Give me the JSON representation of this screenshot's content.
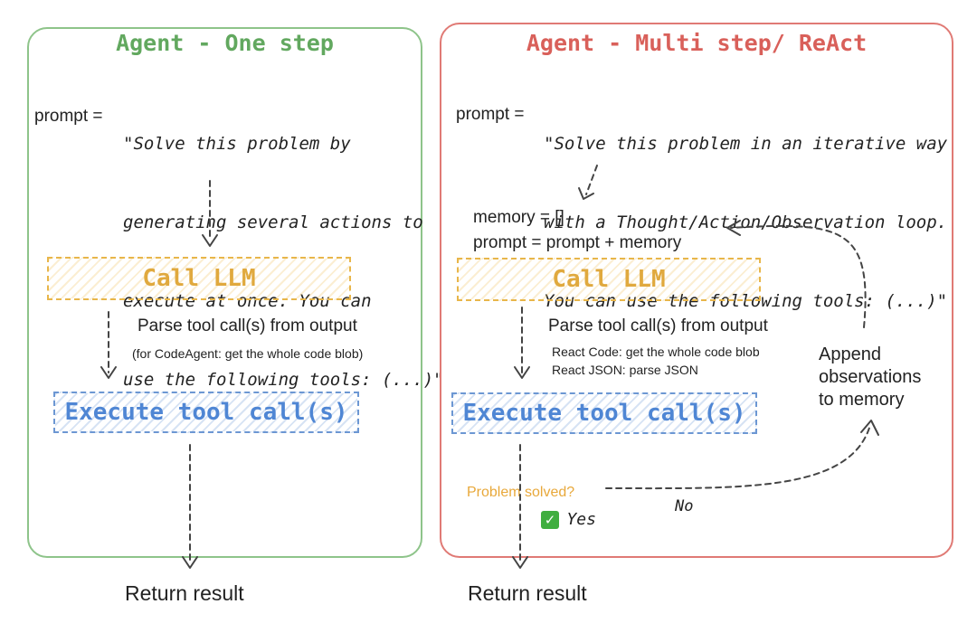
{
  "left": {
    "title": "Agent - One step",
    "prompt_label": "prompt =",
    "prompt_lines": [
      "\"Solve this problem by",
      "generating several actions to",
      "execute at once. You can",
      "use the following tools: (...)\""
    ],
    "call_llm": "Call LLM",
    "parse_label": "Parse tool call(s) from output",
    "parse_note": "(for CodeAgent: get the whole code blob)",
    "execute": "Execute tool call(s)",
    "return": "Return result"
  },
  "right": {
    "title": "Agent - Multi step/ ReAct",
    "prompt_label": "prompt =",
    "prompt_lines": [
      "\"Solve this problem in an iterative way",
      "with a Thought/Action/Observation loop.",
      "You can use the following tools: (...)\""
    ],
    "memory_init": "memory = []",
    "prompt_update": "prompt = prompt + memory",
    "call_llm": "Call LLM",
    "parse_label": "Parse tool call(s) from output",
    "parse_note_1": "React Code: get the whole code blob",
    "parse_note_2": "React JSON: parse JSON",
    "execute": "Execute tool call(s)",
    "append_lines": [
      "Append",
      "observations",
      "to memory"
    ],
    "question": "Problem solved?",
    "yes": "Yes",
    "yes_icon": "check-mark",
    "no": "No",
    "return": "Return result"
  },
  "colors": {
    "left_panel": "#8ec48a",
    "left_title": "#62a85f",
    "right_panel": "#e07a75",
    "right_title": "#d9605a",
    "llm": "#e0a93e",
    "tool": "#4f86d4",
    "question": "#e8a83a",
    "check": "#3fae3f"
  }
}
